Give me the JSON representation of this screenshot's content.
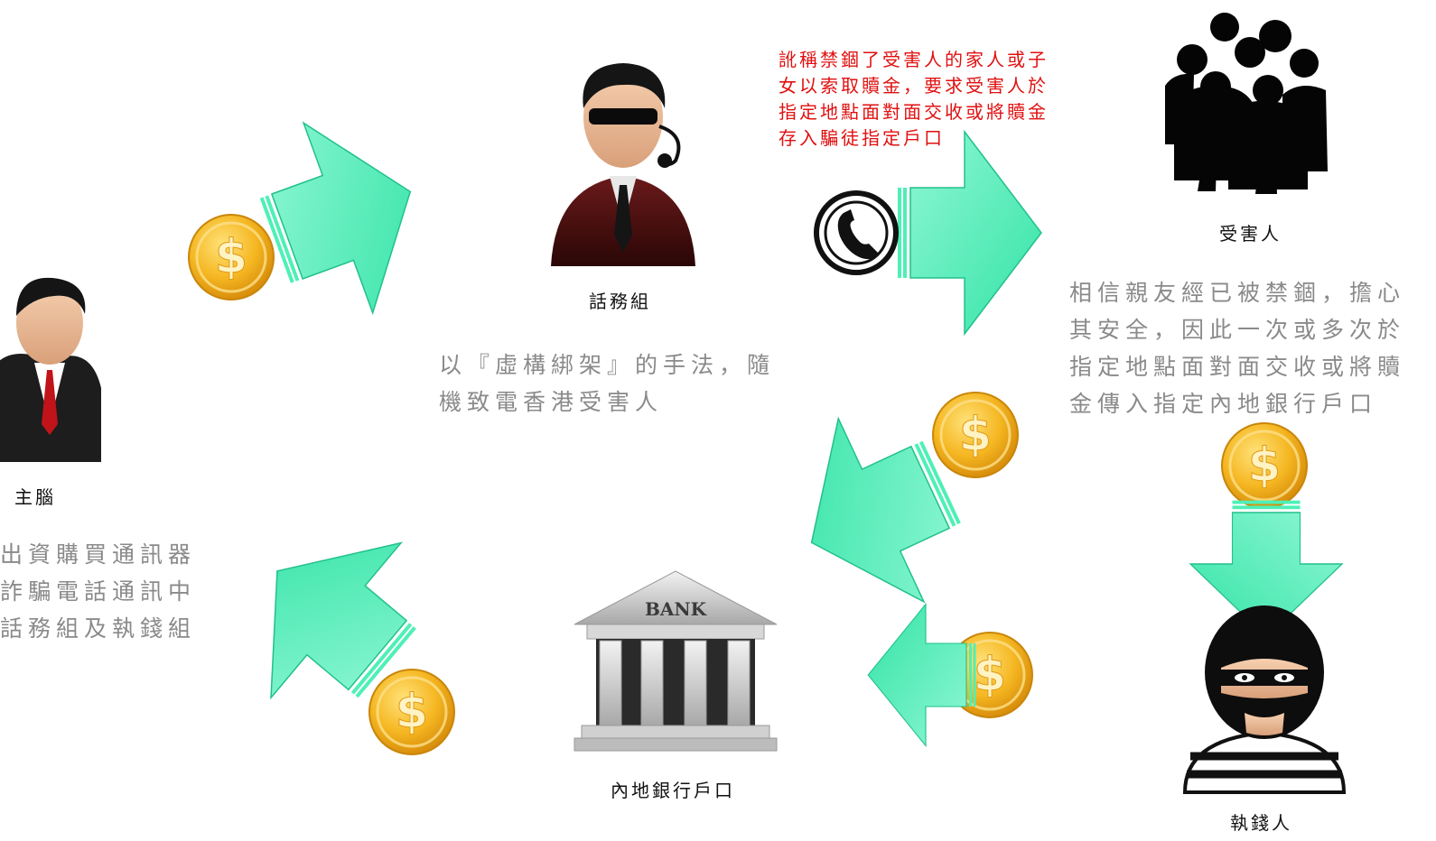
{
  "nodes": {
    "boss": {
      "label": "主腦",
      "desc": "出資購買通訊器\n詐騙電話通訊中\n話務組及執錢組"
    },
    "callers": {
      "label": "話務組",
      "desc": "以『虛構綁架』的手法，隨\n機致電香港受害人"
    },
    "victim": {
      "label": "受害人",
      "desc": "相信親友經已被禁錮，擔心\n其安全，因此一次或多次於\n指定地點面對面交收或將贖\n金傳入指定內地銀行戶口"
    },
    "bank": {
      "label": "內地銀行戶口",
      "sign": "BANK"
    },
    "collector": {
      "label": "執錢人"
    }
  },
  "call_note": "訛稱禁錮了受害人的家人或子\n女以索取贖金，要求受害人於\n指定地點面對面交收或將贖金\n存入騙徒指定戶口",
  "colors": {
    "arrow": "#4ef0b6",
    "arrow_edge": "#22c08c",
    "coin": "#f5b722",
    "note": "#e01010",
    "desc": "#8a8a8a"
  },
  "icons": [
    "dollar-coin-icon",
    "phone-icon",
    "businessman-icon",
    "headset-operator-icon",
    "crowd-icon",
    "bank-building-icon",
    "masked-thief-icon"
  ]
}
